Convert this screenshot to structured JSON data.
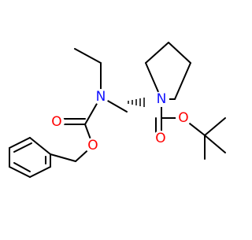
{
  "molecule": {
    "atoms": {
      "n_ring": "N",
      "n_carbamate": "N",
      "o_cbz_carbonyl": "O",
      "o_cbz_ester": "O",
      "o_boc_carbonyl": "O",
      "o_boc_ester": "O"
    }
  },
  "colors": {
    "nitrogen": "#1010ff",
    "oxygen": "#ff0000",
    "bond": "#000000",
    "background": "#ffffff"
  }
}
